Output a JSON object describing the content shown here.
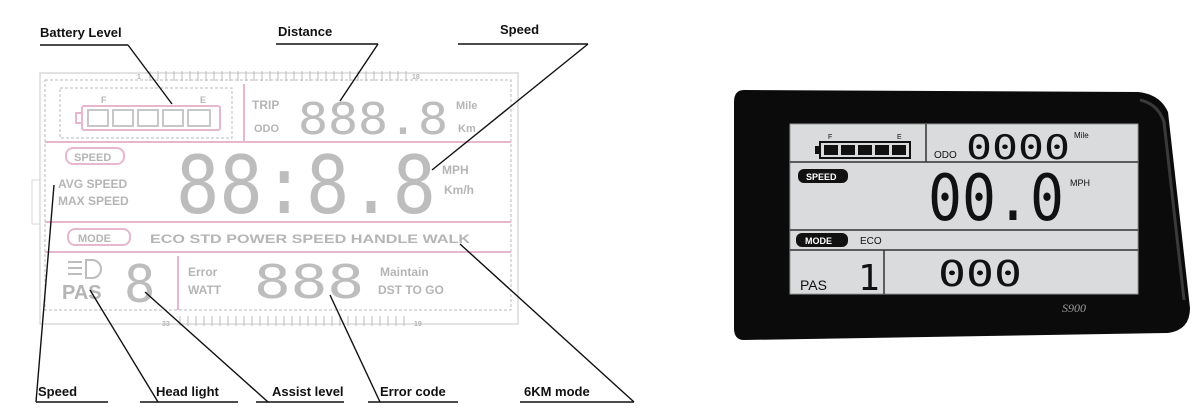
{
  "callouts": {
    "battery_level": "Battery Level",
    "distance": "Distance",
    "speed_top": "Speed",
    "speed_bottom": "Speed",
    "head_light": "Head light",
    "assist_level": "Assist level",
    "error_code": "Error code",
    "six_km_mode": "6KM mode"
  },
  "schematic": {
    "battery_full": "F",
    "battery_empty": "E",
    "trip": "TRIP",
    "odo": "ODO",
    "mile": "Mile",
    "km": "Km",
    "distance_digits": "888.8",
    "speed_badge": "SPEED",
    "speed_digits": "88:8.8",
    "avg_speed": "AVG SPEED",
    "max_speed": "MAX SPEED",
    "mph": "MPH",
    "kmh": "Km/h",
    "mode_badge": "MODE",
    "modes": "ECO STD POWER SPEED HANDLE WALK",
    "pas": "PAS",
    "assist_digit": "8",
    "error": "Error",
    "watt": "WATT",
    "error_digits": "888",
    "maintain": "Maintain",
    "dst_to_go": "DST TO GO",
    "pin_1": "1",
    "pin_18": "18",
    "pin_33": "33",
    "pin_19": "19"
  },
  "device": {
    "battery_full": "F",
    "battery_empty": "E",
    "odo": "ODO",
    "odo_value": "0000",
    "mile": "Mile",
    "speed_badge": "SPEED",
    "speed_value": "00.0",
    "mph": "MPH",
    "mode_badge": "MODE",
    "mode_value": "ECO",
    "pas": "PAS",
    "pas_value": "1",
    "lower_value": "000",
    "model": "S900"
  }
}
